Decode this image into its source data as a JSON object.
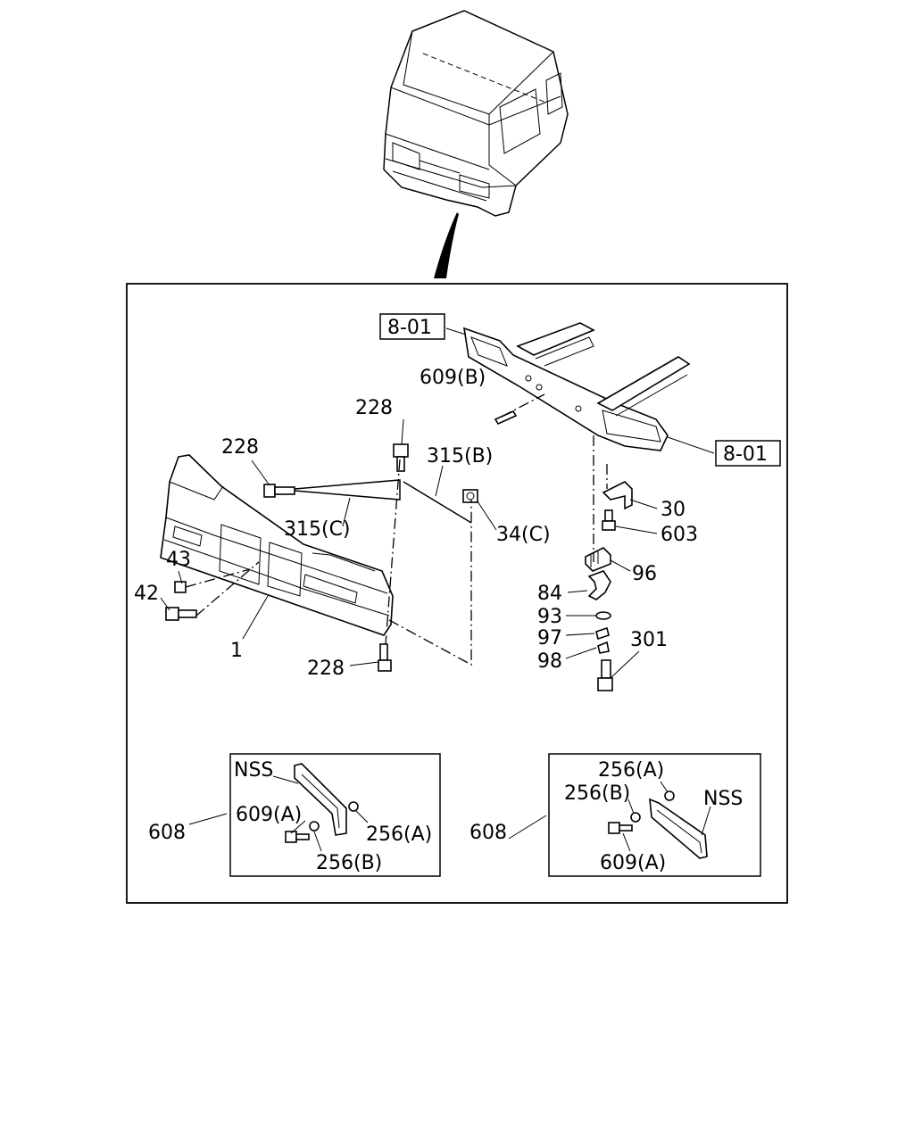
{
  "refs": {
    "ref_top": "8-01",
    "ref_right": "8-01"
  },
  "callouts": {
    "c609b": "609(B)",
    "c228_top": "228",
    "c228_left": "228",
    "c315b": "315(B)",
    "c315c": "315(C)",
    "c34c": "34(C)",
    "c30": "30",
    "c603": "603",
    "c96": "96",
    "c84": "84",
    "c93": "93",
    "c97": "97",
    "c98": "98",
    "c301": "301",
    "c43": "43",
    "c42": "42",
    "c1": "1",
    "c228_bottom": "228"
  },
  "inset_left": {
    "nss": "NSS",
    "p608": "608",
    "p609a": "609(A)",
    "p256a": "256(A)",
    "p256b": "256(B)"
  },
  "inset_right": {
    "nss": "NSS",
    "p608": "608",
    "p609a": "609(A)",
    "p256a": "256(A)",
    "p256b": "256(B)"
  }
}
